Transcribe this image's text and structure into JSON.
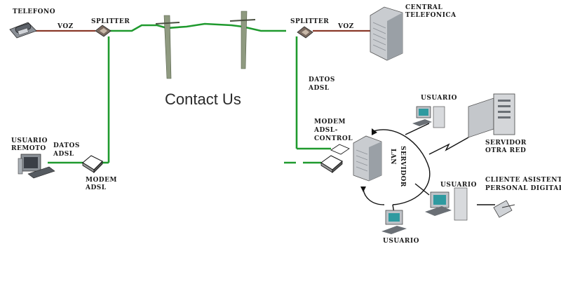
{
  "title": "Contact Us",
  "labels": {
    "telefono": "TELEFONO",
    "voz_left": "VOZ",
    "splitter_left": "SPLITTER",
    "splitter_right": "SPLITTER",
    "voz_right": "VOZ",
    "central_1": "CENTRAL",
    "central_2": "TELEFONICA",
    "datos_adsl_right_1": "DATOS",
    "datos_adsl_right_2": "ADSL",
    "usuario_remoto_1": "USUARIO",
    "usuario_remoto_2": "REMOTO",
    "datos_adsl_left_1": "DATOS",
    "datos_adsl_left_2": "ADSL",
    "modem_adsl_1": "MODEM",
    "modem_adsl_2": "ADSL",
    "modem_control_1": "MODEM",
    "modem_control_2": "ADSL-",
    "modem_control_3": "CONTROL",
    "usuario_top": "USUARIO",
    "servidor_lan_1": "SERVIDOR",
    "servidor_lan_2": "LAN",
    "servidor_otra_1": "SERVIDOR",
    "servidor_otra_2": "OTRA RED",
    "usuario_mid": "USUARIO",
    "cliente_1": "CLIENTE ASISTENTE",
    "cliente_2": "PERSONAL DIGITAL",
    "usuario_bottom": "USUARIO"
  }
}
